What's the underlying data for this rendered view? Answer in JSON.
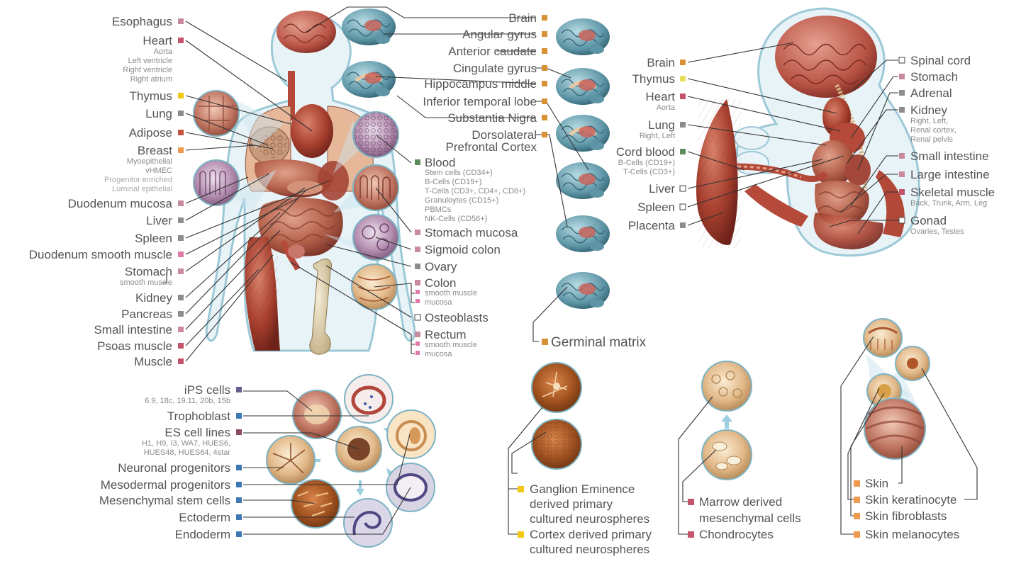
{
  "colors": {
    "gray": "#8c8c8c",
    "brown": "#b06a3a",
    "orange": "#d99136",
    "yellow": "#f2c80f",
    "yellow_lt": "#e8e05a",
    "pink": "#e07aa8",
    "rose": "#c98b9b",
    "crimson": "#c4546a",
    "red": "#c0543f",
    "green": "#5b8c5a",
    "purple": "#6b5d8f",
    "blue": "#3d78b5",
    "plum": "#8c4a63",
    "peach": "#ef9a4e",
    "white": "#ffffff",
    "muscle": "#b5493a",
    "muscle_dark": "#7d2a22",
    "brain_blue": "#5d95a6",
    "brain_pink": "#c9645a",
    "body_outline": "#9cc9d8",
    "body_fill": "#e6f2f7"
  },
  "adult_left": [
    {
      "label": "Esophagus",
      "color": "rose"
    },
    {
      "label": "Heart",
      "color": "crimson",
      "sub": [
        "Aorta",
        "Left ventricle",
        "Right ventricle",
        "Right atrium"
      ]
    },
    {
      "label": "Thymus",
      "color": "yellow"
    },
    {
      "label": "Lung",
      "color": "gray"
    },
    {
      "label": "Adipose",
      "color": "red"
    },
    {
      "label": "Breast",
      "color": "peach",
      "sub": [
        "Myoepithelial",
        "vHMEC"
      ],
      "sub_light": [
        "Progenitor enriched",
        "Luminal epithelial"
      ]
    },
    {
      "label": "Duodenum mucosa",
      "color": "rose"
    },
    {
      "label": "Liver",
      "color": "gray"
    },
    {
      "label": "Spleen",
      "color": "gray"
    },
    {
      "label": "Duodenum smooth muscle",
      "color": "pink"
    },
    {
      "label": "Stomach",
      "color": "rose",
      "sub": [
        "smooth muscle"
      ]
    },
    {
      "label": "Kidney",
      "color": "gray"
    },
    {
      "label": "Pancreas",
      "color": "gray"
    },
    {
      "label": "Small intestine",
      "color": "rose"
    },
    {
      "label": "Psoas muscle",
      "color": "crimson"
    },
    {
      "label": "Muscle",
      "color": "crimson"
    }
  ],
  "brain_regions": [
    {
      "label": "Brain",
      "color": "orange"
    },
    {
      "label": "Angular gyrus",
      "color": "orange"
    },
    {
      "label": "Anterior caudate",
      "color": "orange"
    },
    {
      "label": "Cingulate gyrus",
      "color": "orange"
    },
    {
      "label": "Hippocampus middle",
      "color": "orange"
    },
    {
      "label": "Inferior temporal lobe",
      "color": "orange"
    },
    {
      "label": "Substantia Nigra",
      "color": "orange"
    },
    {
      "label": "Dorsolateral",
      "color": "orange",
      "line2": "Prefrontal Cortex"
    }
  ],
  "adult_right": [
    {
      "label": "Blood",
      "color": "green",
      "sub": [
        "Stem cells (CD34+)",
        "B-Cells (CD19+)",
        "T-Cells (CD3+, CD4+, CD8+)",
        "Granuloytes (CD15+)",
        "PBMCs",
        "NK-Cells (CD56+)"
      ]
    },
    {
      "label": "Stomach mucosa",
      "color": "rose"
    },
    {
      "label": "Sigmoid colon",
      "color": "rose"
    },
    {
      "label": "Ovary",
      "color": "gray"
    },
    {
      "label": "Colon",
      "color": "rose",
      "sub": [
        "smooth muscle",
        "mucosa"
      ]
    },
    {
      "label": "Osteoblasts",
      "color": "white"
    },
    {
      "label": "Rectum",
      "color": "rose",
      "sub": [
        "smooth muscle",
        "mucosa"
      ]
    }
  ],
  "germinal_matrix": {
    "label": "Germinal matrix",
    "color": "orange"
  },
  "fetal_left": [
    {
      "label": "Brain",
      "color": "orange"
    },
    {
      "label": "Thymus",
      "color": "yellow_lt"
    },
    {
      "label": "Heart",
      "color": "crimson",
      "sub": [
        "Aorta"
      ]
    },
    {
      "label": "Lung",
      "color": "gray",
      "sub": [
        "Right, Left"
      ]
    },
    {
      "label": "Cord blood",
      "color": "green",
      "sub": [
        "B-Cells (CD19+)",
        "T-Cells (CD3+)"
      ]
    },
    {
      "label": "Liver",
      "color": "white"
    },
    {
      "label": "Spleen",
      "color": "white"
    },
    {
      "label": "Placenta",
      "color": "gray"
    }
  ],
  "fetal_right": [
    {
      "label": "Spinal cord",
      "color": "white"
    },
    {
      "label": "Stomach",
      "color": "rose"
    },
    {
      "label": "Adrenal",
      "color": "gray"
    },
    {
      "label": "Kidney",
      "color": "gray",
      "sub": [
        "Right, Left,",
        "Renal cortex,",
        "Renal pelvis"
      ]
    },
    {
      "label": "Small intestine",
      "color": "rose"
    },
    {
      "label": "Large intestine",
      "color": "rose"
    },
    {
      "label": "Skeletal muscle",
      "color": "crimson",
      "sub": [
        "Back, Trunk, Arm, Leg"
      ]
    },
    {
      "label": "Gonad",
      "color": "white",
      "sub": [
        "Ovaries, Testes"
      ]
    }
  ],
  "stem_cells": [
    {
      "label": "iPS cells",
      "color": "purple",
      "sub": [
        "6.9, 18c, 19.11, 20b, 15b"
      ]
    },
    {
      "label": "Trophoblast",
      "color": "blue"
    },
    {
      "label": "ES cell lines",
      "color": "plum",
      "sub": [
        "H1, H9, I3, WA7, HUES6,",
        "HUES48, HUES64, 4star"
      ]
    },
    {
      "label": "Neuronal progenitors",
      "color": "blue"
    },
    {
      "label": "Mesodermal progenitors",
      "color": "blue"
    },
    {
      "label": "Mesenchymal stem cells",
      "color": "blue"
    },
    {
      "label": "Ectoderm",
      "color": "blue"
    },
    {
      "label": "Endoderm",
      "color": "blue"
    }
  ],
  "neurospheres": [
    {
      "lines": [
        "Ganglion Eminence",
        "derived primary",
        "cultured neurospheres"
      ],
      "color": "yellow"
    },
    {
      "lines": [
        "Cortex derived primary",
        "cultured neurospheres"
      ],
      "color": "yellow"
    }
  ],
  "mesenchymal": [
    {
      "lines": [
        "Marrow derived",
        "mesenchymal cells"
      ],
      "color": "crimson"
    },
    {
      "lines": [
        "Chondrocytes"
      ],
      "color": "crimson"
    }
  ],
  "skin": [
    {
      "label": "Skin",
      "color": "peach"
    },
    {
      "label": "Skin keratinocyte",
      "color": "peach"
    },
    {
      "label": "Skin fibroblasts",
      "color": "peach"
    },
    {
      "label": "Skin melanocytes",
      "color": "peach"
    }
  ]
}
